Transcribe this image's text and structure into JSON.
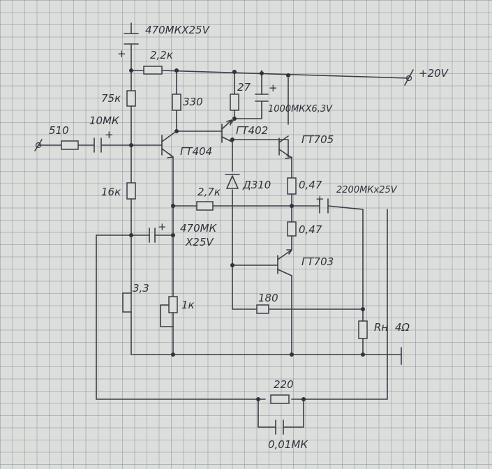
{
  "labels": {
    "c1": "470МКХ25V",
    "r22k": "2,2к",
    "vplus": "+20V",
    "r75k": "75к",
    "r330": "330",
    "r27": "27",
    "plus_c3": "+",
    "c3": "1000МКХ6,3V",
    "gt402": "ГТ402",
    "in_r": "510",
    "in_c": "10МК",
    "plus_in": "+",
    "gt404": "ГТ404",
    "gt705": "ГТ705",
    "d310": "Д310",
    "r047a": "0,47",
    "c_out": "2200МКх25V",
    "r16k": "16к",
    "r27k": "2,7к",
    "plus_out": "+",
    "plus_c2": "+",
    "c2a": "470МК",
    "c2b": "Х25V",
    "r047b": "0,47",
    "gt703": "ГТ703",
    "r33": "3,3",
    "r180": "180",
    "pot1k": "1к",
    "load_r": "Rн",
    "load_ohm": "4Ω",
    "r220": "220",
    "c_fb": "0,01МК",
    "plus_c1": "+"
  }
}
